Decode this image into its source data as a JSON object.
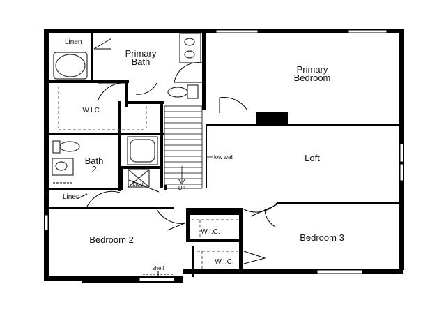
{
  "rooms": {
    "linen_top": "Linen",
    "primary_bath_l1": "Primary",
    "primary_bath_l2": "Bath",
    "primary_bedroom_l1": "Primary",
    "primary_bedroom_l2": "Bedroom",
    "wic_main": "W.I.C.",
    "bath2_l1": "Bath",
    "bath2_l2": "2",
    "fau": "f.a.u.",
    "linen_bottom": "Linen",
    "loft": "Loft",
    "bedroom2": "Bedroom 2",
    "bedroom3": "Bedroom 3",
    "wic_upper": "W.I.C.",
    "wic_lower": "W.I.C."
  },
  "notes": {
    "low_wall": "low wall",
    "stair_dn": "Dn",
    "shelf": "shelf"
  },
  "colors": {
    "wall": "#000000",
    "fixture": "#333333",
    "dashed": "#555555"
  }
}
